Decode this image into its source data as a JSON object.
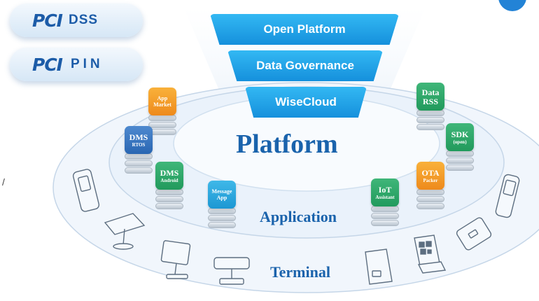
{
  "badges": {
    "dss": {
      "logo": "PCI",
      "suffix": "DSS"
    },
    "pin": {
      "logo": "PCI",
      "suffix": "PIN"
    }
  },
  "funnel": {
    "top": "Open Platform",
    "middle": "Data Governance",
    "bottom": "WiseCloud"
  },
  "labels": {
    "platform": "Platform",
    "application": "Application",
    "terminal": "Terminal"
  },
  "apps": {
    "app_market": {
      "line1": "App",
      "line2": "Market"
    },
    "dms_rtos": {
      "line1": "DMS",
      "line2": "RTOS"
    },
    "dms_android": {
      "line1": "DMS",
      "line2": "Android"
    },
    "message_app": {
      "line1": "Message",
      "line2": "App"
    },
    "iot_assistant": {
      "line1": "IoT",
      "line2": "Assistant"
    },
    "data_rss": {
      "line1": "Data",
      "line2": "RSS"
    },
    "sdk_open": {
      "line1": "SDK",
      "line2": "(open)"
    },
    "ota_packer": {
      "line1": "OTA",
      "line2": "Packer"
    }
  },
  "colors": {
    "brand_blue": "#1a63ac",
    "funnel_blue": "#1e9be3",
    "app_orange": "#f19a26",
    "app_green": "#27a464",
    "app_blue": "#3573bd",
    "app_teal": "#2aa6df"
  },
  "icons": {
    "terminals": [
      "handheld-pos-icon",
      "desktop-pos-icon",
      "smart-pos-stand-icon",
      "countertop-pos-icon",
      "kiosk-icon",
      "qr-scanner-icon",
      "tablet-pos-icon",
      "handheld-scanner-icon"
    ]
  }
}
